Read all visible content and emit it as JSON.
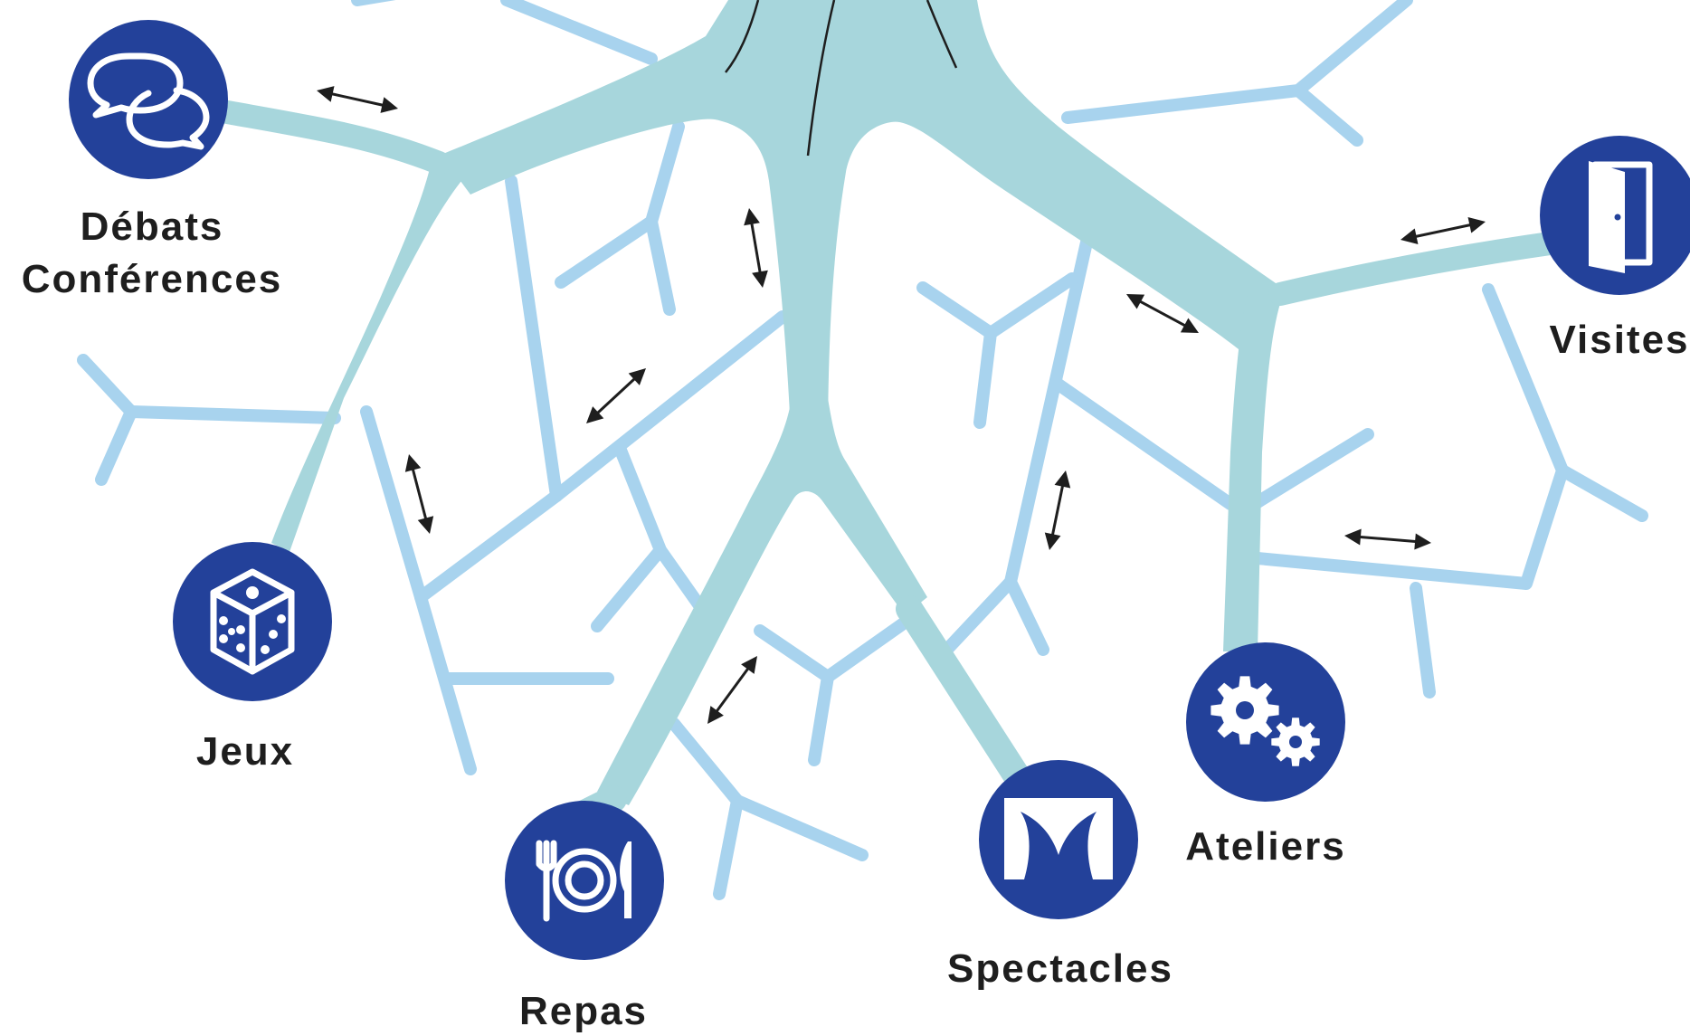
{
  "diagram": {
    "colors": {
      "trunk": "#a7d6dc",
      "twigs": "#a8d3ee",
      "node": "#23419a",
      "text": "#1e1e1e",
      "arrows": "#1e1e1e"
    },
    "nodes": [
      {
        "id": "debats",
        "icon": "speech-bubbles-icon",
        "label_lines": [
          "Débats",
          "Conférences"
        ]
      },
      {
        "id": "jeux",
        "icon": "dice-icon",
        "label_lines": [
          "Jeux"
        ]
      },
      {
        "id": "repas",
        "icon": "plate-cutlery-icon",
        "label_lines": [
          "Repas"
        ]
      },
      {
        "id": "spectacles",
        "icon": "theater-curtains-icon",
        "label_lines": [
          "Spectacles"
        ]
      },
      {
        "id": "ateliers",
        "icon": "gears-icon",
        "label_lines": [
          "Ateliers"
        ]
      },
      {
        "id": "visites",
        "icon": "door-icon",
        "label_lines": [
          "Visites"
        ]
      }
    ],
    "connector": "double-headed-arrow"
  }
}
